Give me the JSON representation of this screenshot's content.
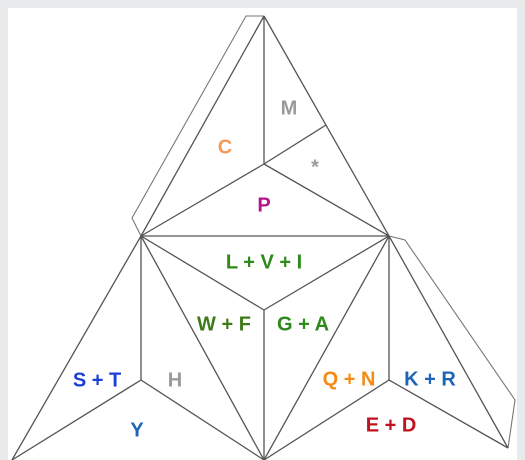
{
  "colors": {
    "background": "#e9eaec",
    "canvas": "#ffffff",
    "edge": "#555555",
    "orange": "#f59a5a",
    "gray": "#9a9a9a",
    "magenta": "#b2158d",
    "dark_green": "#2e8a1b",
    "olive_green": "#3f7a1a",
    "blue": "#1b3fd8",
    "steel_blue": "#1e64b7",
    "bright_orange": "#f58a14",
    "dark_red": "#c0121e"
  },
  "labels": {
    "c": "C",
    "m": "M",
    "star": "*",
    "p": "P",
    "lvi": "L + V + I",
    "wf": "W + F",
    "ga": "G + A",
    "st": "S + T",
    "h": "H",
    "y": "Y",
    "qn": "Q + N",
    "kr": "K + R",
    "ed": "E + D"
  }
}
